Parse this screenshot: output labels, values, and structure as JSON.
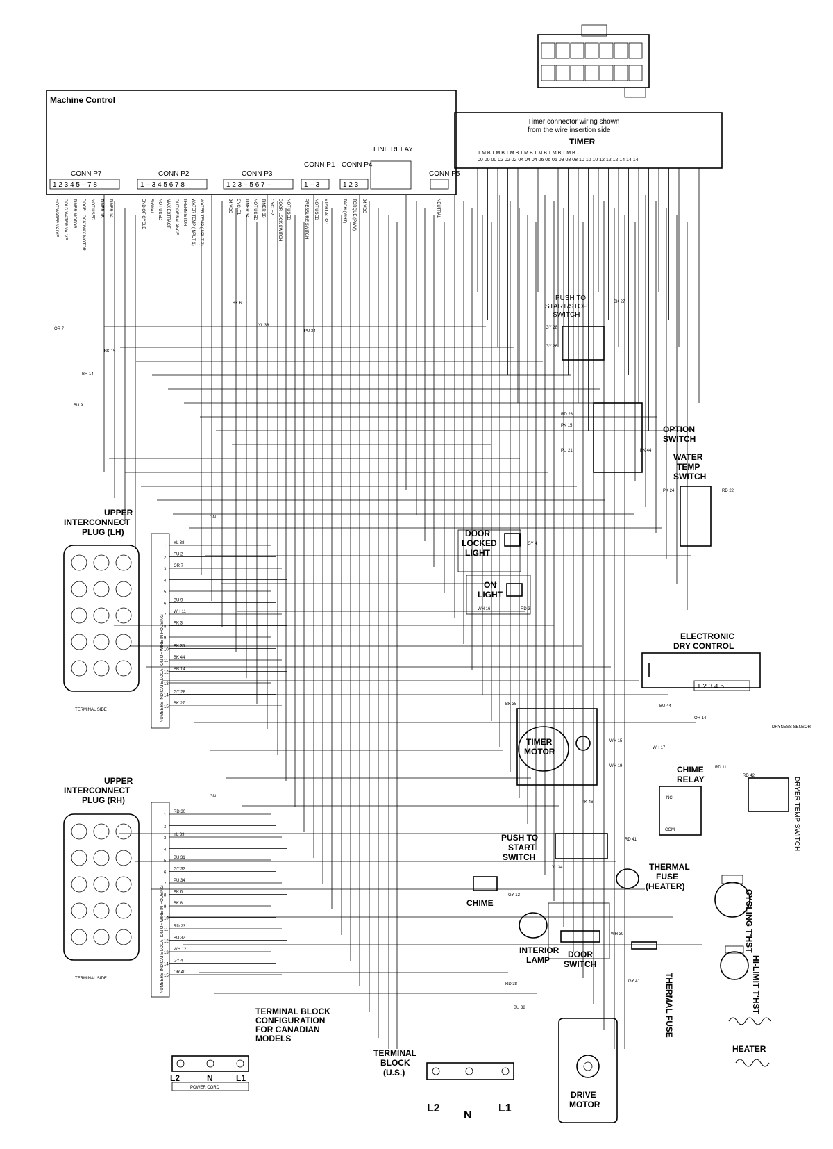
{
  "machine_control": {
    "title": "Machine Control",
    "conn_p7": "CONN P7",
    "conn_p2": "CONN P2",
    "conn_p3": "CONN P3",
    "conn_p1": "CONN P1",
    "conn_p4": "CONN P4",
    "conn_p5": "CONN P5",
    "line_relay": "LINE RELAY",
    "p7_pins": "1 2 3 4 5 – 7 8",
    "p2_pins": "1 – 3 4 5 6 7 8",
    "p3_pins": "1 2 3 – 5 6 7 –",
    "p1_pins": "1 – 3",
    "p4_pins": "1 2 3",
    "p7_wires": [
      "HOT WATER VALVE",
      "COLD WATER VALVE",
      "TIMER MOTOR",
      "DOOR LOCK WAX MOTOR",
      "NOT USED",
      "TIMER 1B",
      "TIMER 1A"
    ],
    "p2_wires": [
      "END OF CYCLE",
      "SIGNAL",
      "NOT USED",
      "MAX EXTRACT",
      "OUT OF BALANCE",
      "THERMISTOR",
      "WATER TEMP (INPUT 1)",
      "WATER TEMP (INPUT 2)"
    ],
    "p3_wires": [
      "24 VDC",
      "CYCLE1",
      "TIMER 3A",
      "NOT USED",
      "TIMER 3B",
      "CYCLE2",
      "DOOR LOCK SWITCH",
      "NOT USED"
    ],
    "p1_wires": [
      "PRESSURE SWITCH",
      "NOT USED",
      "START/STOP"
    ],
    "p4_wires": [
      "TACH (WHT)",
      "TORQUE (PWM)",
      "24 VDC"
    ],
    "p5_wires": [
      "NEUTRAL"
    ]
  },
  "timer": {
    "note_line1": "Timer connector wiring shown",
    "note_line2": "from the wire insertion side",
    "title": "TIMER",
    "terminals": "T M B  T M B  T M B  T M B  T M B  T M B  T M B",
    "terminal_numbers": "00 00 00  02 02 02  04 04 04  06 06 06  08 08 08  10 10 10  12 12 12  14 14 14"
  },
  "components": {
    "push_start_stop": "PUSH TO START/STOP SWITCH",
    "option_switch": "OPTION SWITCH",
    "water_temp_switch": "WATER TEMP SWITCH",
    "door_locked_light": "DOOR LOCKED LIGHT",
    "on_light": "ON LIGHT",
    "electronic_dry_control": "ELECTRONIC DRY CONTROL",
    "dry_control_pins": "1 2 3 4 5",
    "dryness_sensor": "DRYNESS SENSOR",
    "timer_motor": "TIMER MOTOR",
    "chime_relay": "CHIME RELAY",
    "nc": "NC",
    "com": "COM",
    "push_to_start": "PUSH TO START SWITCH",
    "thermal_fuse_heater": "THERMAL FUSE (HEATER)",
    "thermal_fuse": "THERMAL FUSE",
    "dryer_temp_switch": "DRYER TEMP SWITCH",
    "cycling_thst": "CYCLING T'HST",
    "hi_limit_thst": "HI-LIMIT T'HST",
    "chime": "CHIME",
    "interior_lamp": "INTERIOR LAMP",
    "door_switch": "DOOR SWITCH",
    "drive_motor": "DRIVE MOTOR",
    "heater": "HEATER",
    "terminal_block_us": "TERMINAL BLOCK (U.S.)",
    "terminal_block_canada": "TERMINAL BLOCK CONFIGURATION FOR CANADIAN MODELS",
    "power_cord": "POWER CORD",
    "l1": "L1",
    "l2": "L2",
    "n": "N"
  },
  "plug_lh": {
    "title": "UPPER INTERCONNECT PLUG (LH)",
    "side_text": "NUMBERS INDICATE LOCATION OF WIRE IN HOUSING",
    "terminal_side": "TERMINAL SIDE",
    "gn": "GN",
    "wires": [
      "YL 38",
      "PU 2",
      "OR 7",
      "",
      "",
      "BU 9",
      "WH 11",
      "PK 3",
      "",
      "BK 35",
      "BK 44",
      "BR 14",
      "",
      "GY 28",
      "BK 27"
    ]
  },
  "plug_rh": {
    "title": "UPPER INTERCONNECT PLUG (RH)",
    "side_text": "NUMBERS INDICATE LOCATION OF WIRE IN HOUSING",
    "terminal_side": "TERMINAL SIDE",
    "gn": "GN",
    "wires": [
      "RD 30",
      "",
      "YL 39",
      "",
      "BU 31",
      "GY 33",
      "PU 34",
      "BK 6",
      "BK 8",
      "",
      "RD 23",
      "BU 32",
      "WH 12",
      "GY 4",
      "OR 40"
    ]
  },
  "wire_labels": {
    "or7": "OR 7",
    "bu9": "BU 9",
    "br14": "BR 14",
    "bk15": "BK 15",
    "bk6": "BK 6",
    "yl38": "YL 38",
    "pu34": "PU 34",
    "gy28": "GY 28",
    "gy26": "GY 26",
    "bk27": "BK 27",
    "rd23": "RD 23",
    "pk15": "PK 15",
    "pu21": "PU 21",
    "bk44": "BK 44",
    "pk24": "PK 24",
    "rd22": "RD 22",
    "wh16": "WH 16",
    "rd3": "RD 3",
    "gy4": "GY 4",
    "bk35": "BK 35",
    "bu44": "BU 44",
    "or14": "OR 14",
    "wh15": "WH 15",
    "wh17": "WH 17",
    "wh19": "WH 19",
    "rd11": "RD 11",
    "rd42": "RD 42",
    "pk46": "PK 46",
    "rd41": "RD 41",
    "yl34": "YL 34",
    "gy12": "GY 12",
    "rd38": "RD 38",
    "wh39": "WH 39",
    "gy41": "GY 41",
    "bu38": "BU 38"
  }
}
